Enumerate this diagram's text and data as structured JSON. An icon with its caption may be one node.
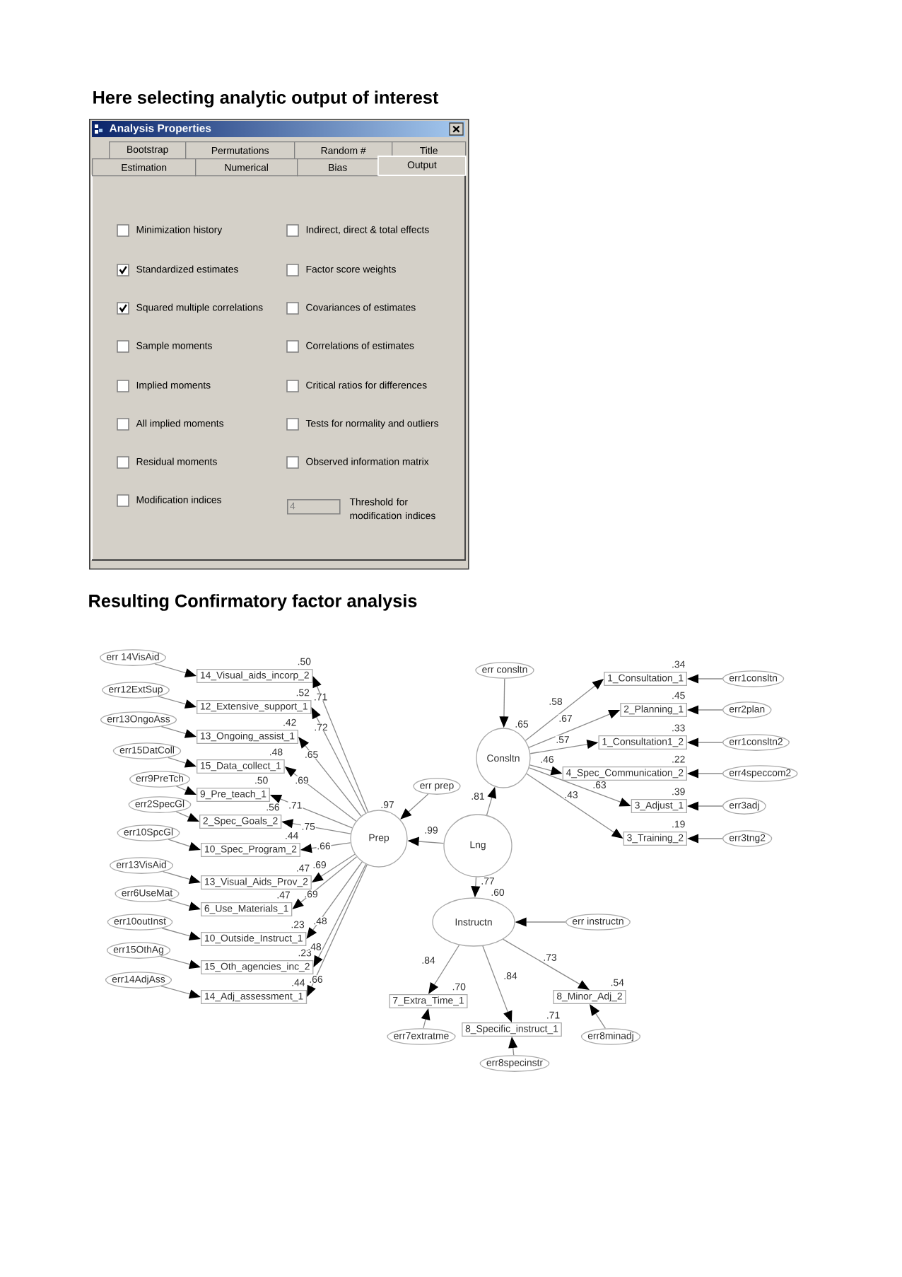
{
  "diagram": {
    "title": "Here selecting analytic output of interest",
    "nodes": [
      {
        "text": [
          "Analysis Properties"
        ]
      },
      {
        "text": [
          "Bootstrap"
        ],
        "in": 0
      },
      {
        "text": [
          "Permutations"
        ],
        "in": 0
      },
      {
        "text": [
          "Random #"
        ],
        "in": 0
      },
      {
        "text": [
          "Title"
        ],
        "in": 0
      },
      {
        "text": [
          "Estimation"
        ],
        "in": 0
      },
      {
        "text": [
          "Numerical"
        ],
        "in": 0
      },
      {
        "text": [
          "Bias"
        ],
        "in": 0
      },
      {
        "text": [
          "Output"
        ],
        "in": 0
      },
      {
        "text": [
          "Minimization history"
        ],
        "in": 0
      },
      {
        "text": [
          "Indirect, direct & total effects"
        ],
        "in": 0
      },
      {
        "text": [
          "Standardized estimates"
        ],
        "in": 0
      },
      {
        "text": [
          "Factor score weights"
        ],
        "in": 0
      },
      {
        "text": [
          "Squared multiple correlations"
        ],
        "in": 0
      },
      {
        "text": [
          "Covariances of estimates"
        ],
        "in": 0
      },
      {
        "text": [
          "Sample moments"
        ],
        "in": 0
      },
      {
        "text": [
          "Correlations of estimates"
        ],
        "in": 0
      },
      {
        "text": [
          "Implied moments"
        ],
        "in": 0
      },
      {
        "text": [
          "Critical ratios for differences"
        ],
        "in": 0
      },
      {
        "text": [
          "All implied moments"
        ],
        "in": 0
      },
      {
        "text": [
          "Tests for normality and outliers"
        ],
        "in": 0
      },
      {
        "text": [
          "Residual moments"
        ],
        "in": 0
      },
      {
        "text": [
          "Observed information matrix"
        ],
        "in": 0
      },
      {
        "text": [
          "Modification indices"
        ],
        "in": 0
      },
      {
        "text": [
          "4"
        ],
        "in": 0,
        "beside": [
          "Threshold for modification indices"
        ]
      },
      {
        "text": [
          "Lng"
        ]
      },
      {
        "text": [
          "Prep"
        ],
        "beside": [
          ".97"
        ]
      },
      {
        "text": [
          "Consltn"
        ],
        "beside": [
          ".65"
        ]
      },
      {
        "text": [
          "Instructn"
        ],
        "beside": [
          ".60"
        ]
      },
      {
        "text": [
          "err prep"
        ]
      },
      {
        "text": [
          "err consltn"
        ]
      },
      {
        "text": [
          "err instructn"
        ]
      },
      {
        "text": [
          "14_Visual_aids_incorp_2"
        ],
        "beside": [
          ".50"
        ]
      },
      {
        "text": [
          "12_Extensive_support_1"
        ],
        "beside": [
          ".52"
        ]
      },
      {
        "text": [
          "13_Ongoing_assist_1"
        ],
        "beside": [
          ".42"
        ]
      },
      {
        "text": [
          "15_Data_collect_1"
        ],
        "beside": [
          ".48"
        ]
      },
      {
        "text": [
          "9_Pre_teach_1"
        ],
        "beside": [
          ".50"
        ]
      },
      {
        "text": [
          "2_Spec_Goals_2"
        ],
        "beside": [
          ".56"
        ]
      },
      {
        "text": [
          "10_Spec_Program_2"
        ],
        "beside": [
          ".44"
        ]
      },
      {
        "text": [
          "13_Visual_Aids_Prov_2"
        ],
        "beside": [
          ".47"
        ]
      },
      {
        "text": [
          "6_Use_Materials_1"
        ],
        "beside": [
          ".47"
        ]
      },
      {
        "text": [
          "10_Outside_Instruct_1"
        ],
        "beside": [
          ".23"
        ]
      },
      {
        "text": [
          "15_Oth_agencies_inc_2"
        ],
        "beside": [
          ".23"
        ]
      },
      {
        "text": [
          "14_Adj_assessment_1"
        ],
        "beside": [
          ".44"
        ]
      },
      {
        "text": [
          "err 14VisAid"
        ]
      },
      {
        "text": [
          "err12ExtSup"
        ]
      },
      {
        "text": [
          "err13OngoAss"
        ]
      },
      {
        "text": [
          "err15DatColl"
        ]
      },
      {
        "text": [
          "err9PreTch"
        ]
      },
      {
        "text": [
          "err2SpecGl"
        ]
      },
      {
        "text": [
          "err10SpcGl"
        ]
      },
      {
        "text": [
          "err13VisAid"
        ]
      },
      {
        "text": [
          "err6UseMat"
        ]
      },
      {
        "text": [
          "err10outInst"
        ]
      },
      {
        "text": [
          "err15OthAg"
        ]
      },
      {
        "text": [
          "err14AdjAss"
        ]
      },
      {
        "text": [
          "1_Consultation_1"
        ],
        "beside": [
          ".34"
        ]
      },
      {
        "text": [
          "2_Planning_1"
        ],
        "beside": [
          ".45"
        ]
      },
      {
        "text": [
          "1_Consultation1_2"
        ],
        "beside": [
          ".33"
        ]
      },
      {
        "text": [
          "4_Spec_Communication_2"
        ],
        "beside": [
          ".22"
        ]
      },
      {
        "text": [
          "3_Adjust_1"
        ],
        "beside": [
          ".39"
        ]
      },
      {
        "text": [
          "3_Training_2"
        ],
        "beside": [
          ".19"
        ]
      },
      {
        "text": [
          "err1consltn"
        ]
      },
      {
        "text": [
          "err2plan"
        ]
      },
      {
        "text": [
          "err1consltn2"
        ]
      },
      {
        "text": [
          "err4speccom2"
        ]
      },
      {
        "text": [
          "err3adj"
        ]
      },
      {
        "text": [
          "err3tng2"
        ]
      },
      {
        "text": [
          "7_Extra_Time_1"
        ],
        "beside": [
          ".70"
        ]
      },
      {
        "text": [
          "8_Specific_instruct_1"
        ],
        "beside": [
          ".71"
        ]
      },
      {
        "text": [
          "8_Minor_Adj_2"
        ],
        "beside": [
          ".54"
        ]
      },
      {
        "text": [
          "err7extratme"
        ]
      },
      {
        "text": [
          "err8specinstr"
        ]
      },
      {
        "text": [
          "err8minadj"
        ]
      }
    ],
    "edges": [
      {
        "from": 25,
        "to": 26,
        "arrow": "to",
        "label": ".99"
      },
      {
        "from": 25,
        "to": 27,
        "arrow": "to",
        "label": ".81"
      },
      {
        "from": 25,
        "to": 28,
        "arrow": "to",
        "label": ".77"
      },
      {
        "from": 29,
        "to": 26,
        "arrow": "to"
      },
      {
        "from": 30,
        "to": 27,
        "arrow": "to"
      },
      {
        "from": 31,
        "to": 28,
        "arrow": "to"
      },
      {
        "from": 26,
        "to": 32,
        "arrow": "to",
        "label": ".71"
      },
      {
        "from": 26,
        "to": 33,
        "arrow": "to",
        "label": ".72"
      },
      {
        "from": 26,
        "to": 34,
        "arrow": "to",
        "label": ".65"
      },
      {
        "from": 26,
        "to": 35,
        "arrow": "to",
        "label": ".69"
      },
      {
        "from": 26,
        "to": 36,
        "arrow": "to",
        "label": ".71"
      },
      {
        "from": 26,
        "to": 37,
        "arrow": "to",
        "label": ".75"
      },
      {
        "from": 26,
        "to": 38,
        "arrow": "to",
        "label": ".66"
      },
      {
        "from": 26,
        "to": 39,
        "arrow": "to",
        "label": ".69"
      },
      {
        "from": 26,
        "to": 40,
        "arrow": "to",
        "label": ".69"
      },
      {
        "from": 26,
        "to": 41,
        "arrow": "to",
        "label": ".48"
      },
      {
        "from": 26,
        "to": 42,
        "arrow": "to",
        "label": ".48"
      },
      {
        "from": 26,
        "to": 43,
        "arrow": "to",
        "label": ".66"
      },
      {
        "from": 44,
        "to": 32,
        "arrow": "to"
      },
      {
        "from": 45,
        "to": 33,
        "arrow": "to"
      },
      {
        "from": 46,
        "to": 34,
        "arrow": "to"
      },
      {
        "from": 47,
        "to": 35,
        "arrow": "to"
      },
      {
        "from": 48,
        "to": 36,
        "arrow": "to"
      },
      {
        "from": 49,
        "to": 37,
        "arrow": "to"
      },
      {
        "from": 50,
        "to": 38,
        "arrow": "to"
      },
      {
        "from": 51,
        "to": 39,
        "arrow": "to"
      },
      {
        "from": 52,
        "to": 40,
        "arrow": "to"
      },
      {
        "from": 53,
        "to": 41,
        "arrow": "to"
      },
      {
        "from": 54,
        "to": 42,
        "arrow": "to"
      },
      {
        "from": 55,
        "to": 43,
        "arrow": "to"
      },
      {
        "from": 27,
        "to": 56,
        "arrow": "to",
        "label": ".58"
      },
      {
        "from": 27,
        "to": 57,
        "arrow": "to",
        "label": ".67"
      },
      {
        "from": 27,
        "to": 58,
        "arrow": "to",
        "label": ".57"
      },
      {
        "from": 27,
        "to": 59,
        "arrow": "to",
        "label": ".46"
      },
      {
        "from": 27,
        "to": 60,
        "arrow": "to",
        "label": ".63"
      },
      {
        "from": 27,
        "to": 61,
        "arrow": "to",
        "label": ".43"
      },
      {
        "from": 62,
        "to": 56,
        "arrow": "to"
      },
      {
        "from": 63,
        "to": 57,
        "arrow": "to"
      },
      {
        "from": 64,
        "to": 58,
        "arrow": "to"
      },
      {
        "from": 65,
        "to": 59,
        "arrow": "to"
      },
      {
        "from": 66,
        "to": 60,
        "arrow": "to"
      },
      {
        "from": 67,
        "to": 61,
        "arrow": "to"
      },
      {
        "from": 28,
        "to": 68,
        "arrow": "to",
        "label": ".84"
      },
      {
        "from": 28,
        "to": 69,
        "arrow": "to",
        "label": ".84"
      },
      {
        "from": 28,
        "to": 70,
        "arrow": "to",
        "label": ".73"
      },
      {
        "from": 71,
        "to": 68,
        "arrow": "to"
      },
      {
        "from": 72,
        "to": 69,
        "arrow": "to"
      },
      {
        "from": 73,
        "to": 70,
        "arrow": "to"
      }
    ],
    "labels": [
      "Resulting Confirmatory factor analysis"
    ]
  }
}
